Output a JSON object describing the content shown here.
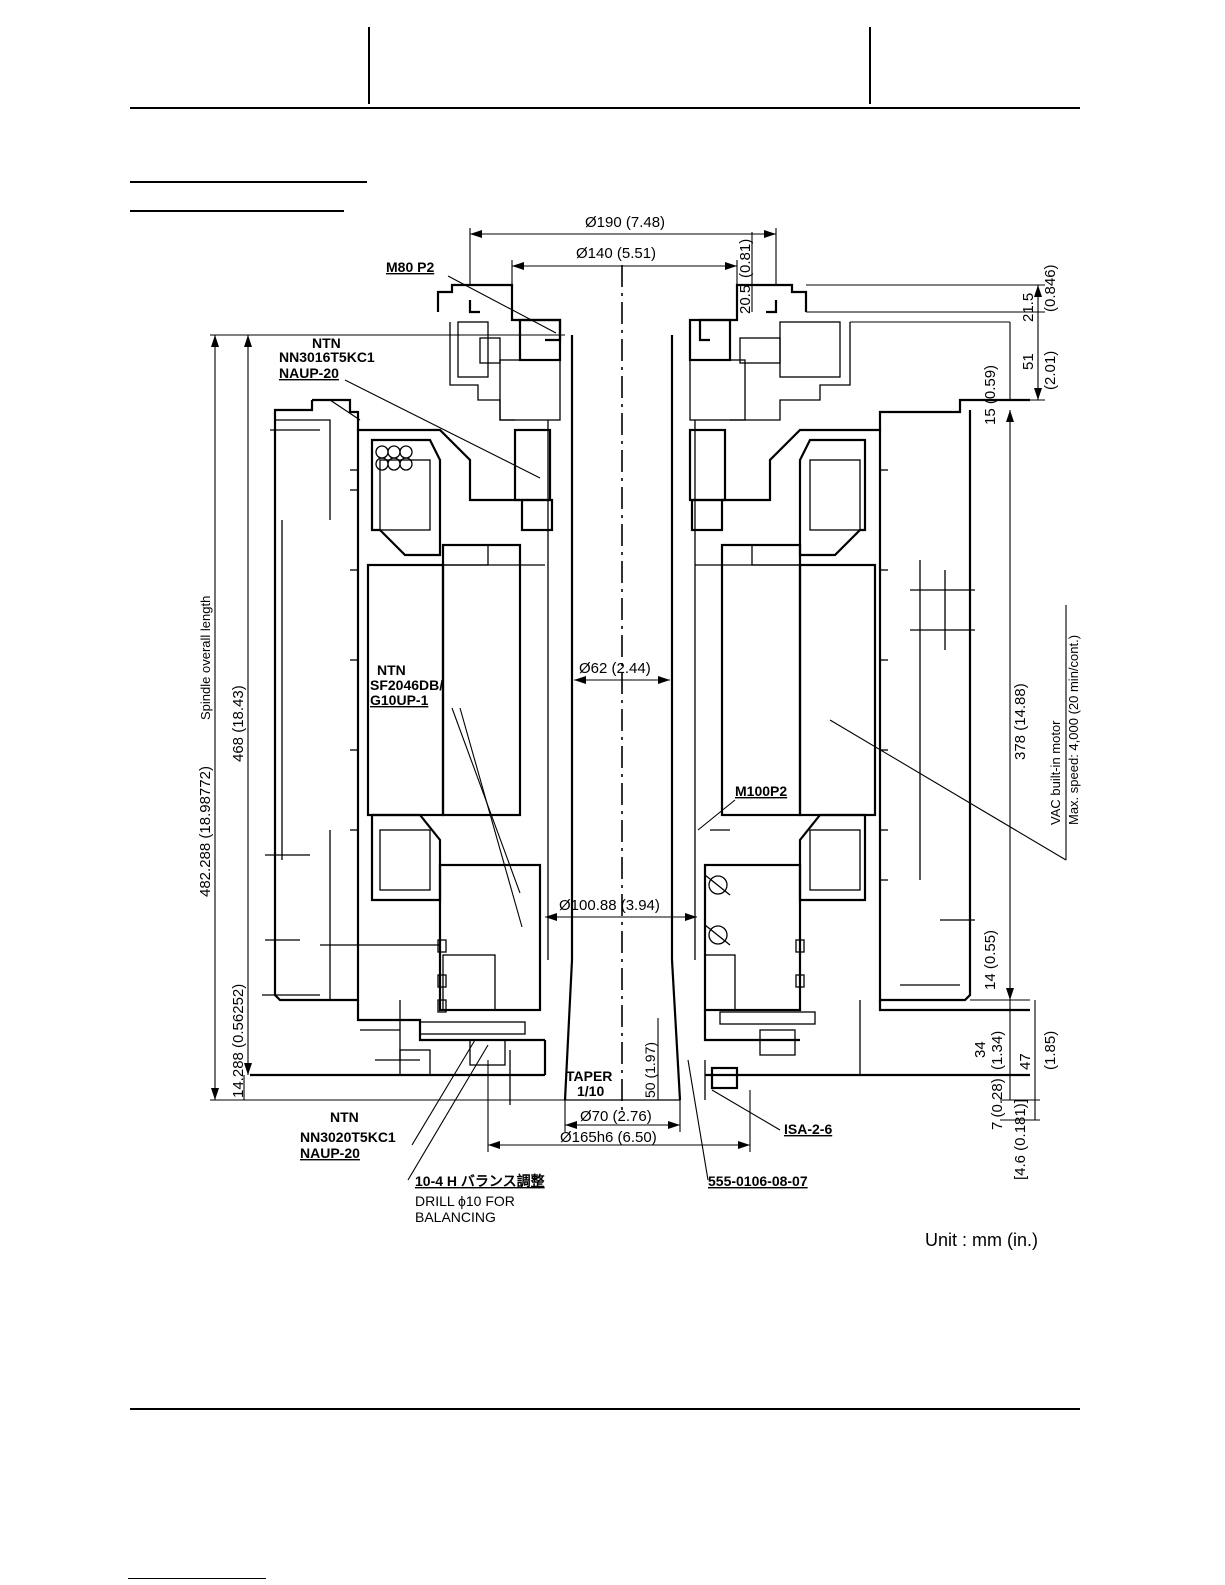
{
  "labels": {
    "top_dia_outer": "Ø190 (7.48)",
    "top_dia_inner": "Ø140 (5.51)",
    "thread_top": "M80 P2",
    "bearing_top_1": "NTN",
    "bearing_top_2": "NN3016T5KC1",
    "bearing_top_3": "NAUP-20",
    "bearing_mid_1": "NTN",
    "bearing_mid_2": "SF2046DB/",
    "bearing_mid_3": "G10UP-1",
    "bore_dia": "Ø62 (2.44)",
    "thread_mid": "M100P2",
    "shaft_dia": "Ø100.88 (3.94)",
    "taper_1": "TAPER",
    "taper_2": "1/10",
    "taper_len": "50 (1.97)",
    "nose_dia": "Ø70 (2.76)",
    "flange_dia": "Ø165h6 (6.50)",
    "bearing_bot_1": "NTN",
    "bearing_bot_2": "NN3020T5KC1",
    "bearing_bot_3": "NAUP-20",
    "japanese_note": "10-4 H  バランス調整",
    "drill_1": "DRILL ϕ10 FOR",
    "drill_2": "BALANCING",
    "isa": "ISA-2-6",
    "part_no": "555-0106-08-07",
    "overall_len": "482.288 (18.98772)",
    "overall_caption": "Spindle overall length",
    "len_468": "468 (18.43)",
    "len_14288": "14.288 (0.56252)",
    "dim_081": "(0.81)",
    "dim_205": "20.5",
    "dim_215": "21.5",
    "dim_0846": "(0.846)",
    "dim_51": "51",
    "dim_201": "(2.01)",
    "dim_15": "15 (0.59)",
    "dim_378": "378 (14.88)",
    "motor_1": "VAC built-in motor",
    "motor_2": "Max. speed: 4,000 (20 min/cont.)",
    "dim_14": "14 (0.55)",
    "dim_34": "34",
    "dim_134": "(1.34)",
    "dim_47": "47",
    "dim_185": "(1.85)",
    "dim_7": "7 (0.28)",
    "dim_46": "[4.6 (0.181)]",
    "unit": "Unit :  mm (in.)"
  }
}
